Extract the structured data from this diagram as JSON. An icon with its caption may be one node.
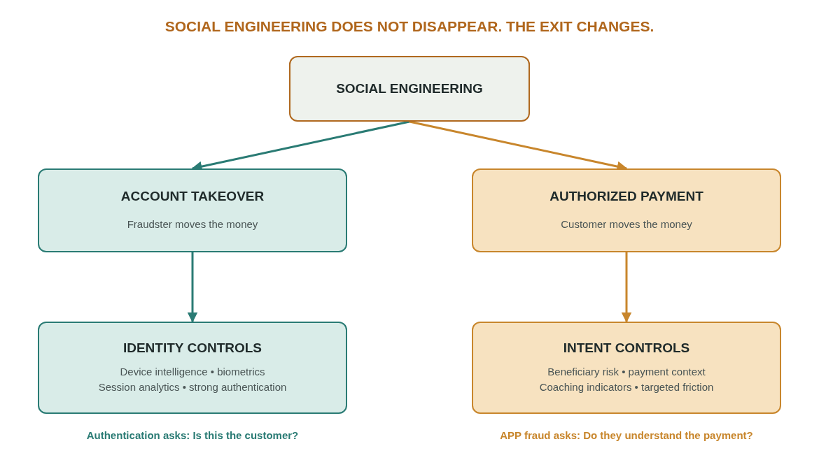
{
  "diagram": {
    "title": "SOCIAL ENGINEERING DOES NOT DISAPPEAR. THE EXIT CHANGES.",
    "nodes": [
      {
        "text": [
          "SOCIAL ENGINEERING"
        ]
      },
      {
        "text": [
          "ACCOUNT TAKEOVER",
          "Fraudster moves the money"
        ]
      },
      {
        "text": [
          "AUTHORIZED PAYMENT",
          "Customer moves the money"
        ]
      },
      {
        "text": [
          "IDENTITY CONTROLS",
          "Device intelligence • biometrics",
          "Session analytics • strong authentication"
        ],
        "beside": [
          "Authentication asks: Is this the customer?"
        ]
      },
      {
        "text": [
          "INTENT CONTROLS",
          "Beneficiary risk • payment context",
          "Coaching indicators • targeted friction"
        ],
        "beside": [
          "APP fraud asks: Do they understand the payment?"
        ]
      }
    ],
    "edges": [
      {
        "from": 0,
        "to": 1,
        "arrow": "to",
        "color": "#2a7b74"
      },
      {
        "from": 0,
        "to": 2,
        "arrow": "to",
        "color": "#c8862c"
      },
      {
        "from": 1,
        "to": 3,
        "arrow": "to",
        "color": "#2a7b74"
      },
      {
        "from": 2,
        "to": 4,
        "arrow": "to",
        "color": "#c8862c"
      }
    ]
  }
}
